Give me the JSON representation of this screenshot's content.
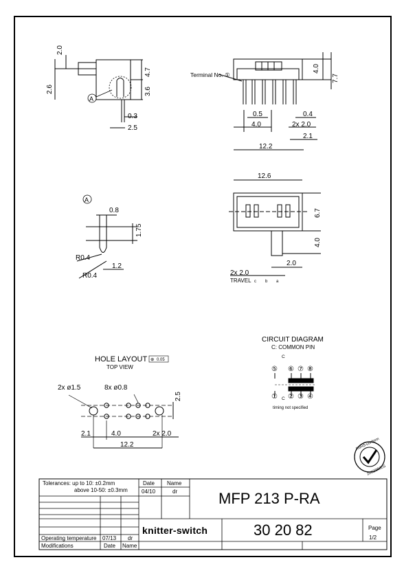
{
  "labels": {
    "dims_side": {
      "d20": "2.0",
      "d26": "2.6",
      "d47": "4.7",
      "d36": "3.6",
      "d03": "0.3",
      "d25": "2.5",
      "detail_a": "A"
    },
    "dims_front": {
      "terminal": "Terminal No. ①",
      "d40v": "4.0",
      "d77": "7.7",
      "d05": "0.5",
      "d04": "0.4",
      "d40h": "4.0",
      "d2x20": "2x 2.0",
      "d21": "2.1",
      "d122": "12.2"
    },
    "dims_top": {
      "d126": "12.6",
      "d67": "6.7",
      "d40": "4.0",
      "d20": "2.0",
      "d2x20": "2x 2.0",
      "travel": "TRAVEL",
      "c": "c",
      "b": "b",
      "a": "a"
    },
    "dims_detail": {
      "a": "A",
      "d08": "0.8",
      "d175": "1.75",
      "r04a": "R0.4",
      "d12": "1.2",
      "r04b": "R0.4"
    },
    "hole_layout": {
      "title": "HOLE LAYOUT",
      "tol": "0.05",
      "subtitle": "TOP VIEW",
      "d2x15": "2x ø1.5",
      "d8x08": "8x ø0.8",
      "d25": "2.5",
      "d21": "2.1",
      "d40": "4.0",
      "d2x20": "2x 2.0",
      "d122": "12.2"
    },
    "circuit": {
      "title": "CIRCUIT DIAGRAM",
      "subtitle": "C: COMMON PIN",
      "p5": "⑤",
      "p6": "⑥",
      "p7": "⑦",
      "p8": "⑧",
      "p1": "①",
      "p2": "②",
      "p3": "③",
      "p4": "④",
      "c_top": "C",
      "c_bot": "C",
      "note": "timing not specified"
    },
    "stamp": {
      "top": "RoHS-conform",
      "bottom": "2002/95/EG"
    }
  },
  "title_block": {
    "tol_line1": "Tolerances:  up to 10: ±0.2mm",
    "tol_line2": "above 10-50: ±0.3mm",
    "date_header": "Date",
    "name_header": "Name",
    "date_value": "04/10",
    "name_value": "dr",
    "part_name": "MFP 213 P-RA",
    "brand": "knitter-switch",
    "part_number": "30 20 82",
    "page_label": "Page",
    "page_value": "1/2",
    "op_temp": "Operating temperature",
    "op_date": "07/13",
    "op_name": "dr",
    "mods": "Modifications",
    "mods_date": "Date",
    "mods_name": "Name"
  }
}
